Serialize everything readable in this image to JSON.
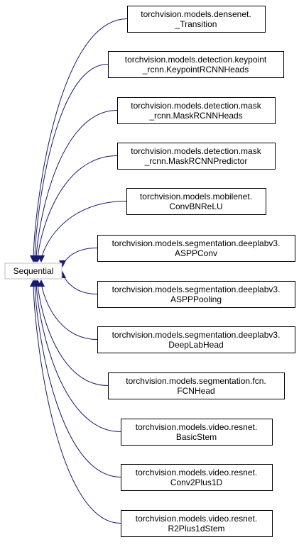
{
  "colors": {
    "edge": "#191970",
    "node_border": "#000000",
    "root_border": "#bfbfbf",
    "text": "#000000",
    "background": "#ffffff"
  },
  "root": {
    "label": "Sequential"
  },
  "nodes": [
    {
      "line1": "torchvision.models.densenet.",
      "line2": "_Transition"
    },
    {
      "line1": "torchvision.models.detection.keypoint",
      "line2": "_rcnn.KeypointRCNNHeads"
    },
    {
      "line1": "torchvision.models.detection.mask",
      "line2": "_rcnn.MaskRCNNHeads"
    },
    {
      "line1": "torchvision.models.detection.mask",
      "line2": "_rcnn.MaskRCNNPredictor"
    },
    {
      "line1": "torchvision.models.mobilenet.",
      "line2": "ConvBNReLU"
    },
    {
      "line1": "torchvision.models.segmentation.deeplabv3.",
      "line2": "ASPPConv"
    },
    {
      "line1": "torchvision.models.segmentation.deeplabv3.",
      "line2": "ASPPPooling"
    },
    {
      "line1": "torchvision.models.segmentation.deeplabv3.",
      "line2": "DeepLabHead"
    },
    {
      "line1": "torchvision.models.segmentation.fcn.",
      "line2": "FCNHead"
    },
    {
      "line1": "torchvision.models.video.resnet.",
      "line2": "BasicStem"
    },
    {
      "line1": "torchvision.models.video.resnet.",
      "line2": "Conv2Plus1D"
    },
    {
      "line1": "torchvision.models.video.resnet.",
      "line2": "R2Plus1dStem"
    }
  ]
}
